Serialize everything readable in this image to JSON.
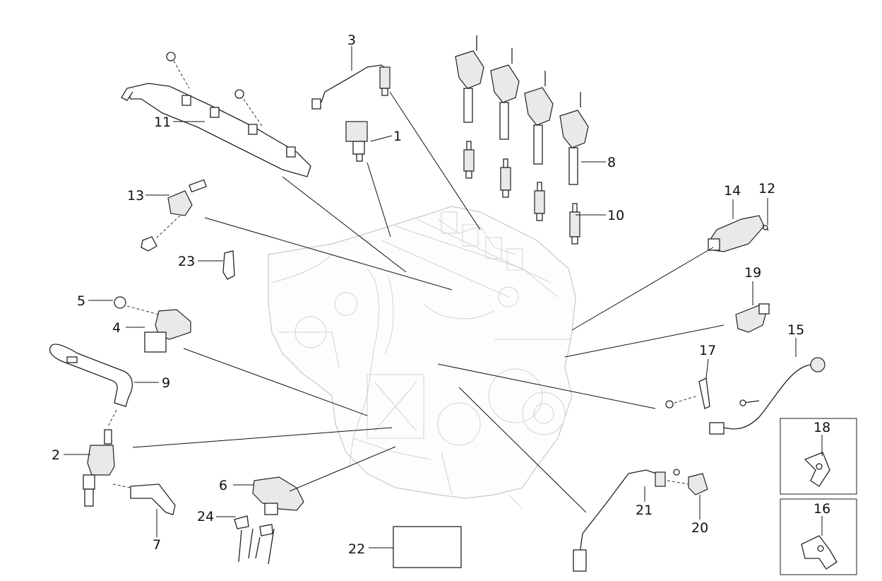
{
  "callouts": {
    "c1": "1",
    "c2": "2",
    "c3": "3",
    "c4": "4",
    "c5": "5",
    "c6": "6",
    "c7": "7",
    "c8": "8",
    "c9": "9",
    "c10": "10",
    "c11": "11",
    "c12": "12",
    "c13": "13",
    "c14": "14",
    "c15": "15",
    "c16": "16",
    "c17": "17",
    "c18": "18",
    "c19": "19",
    "c20": "20",
    "c21": "21",
    "c22": "22",
    "c23": "23",
    "c24": "24"
  },
  "colors": {
    "ink": "#111111",
    "ghost_engine": "#c9c9c9",
    "part_fill": "#e9e9e9",
    "background": "#ffffff"
  }
}
